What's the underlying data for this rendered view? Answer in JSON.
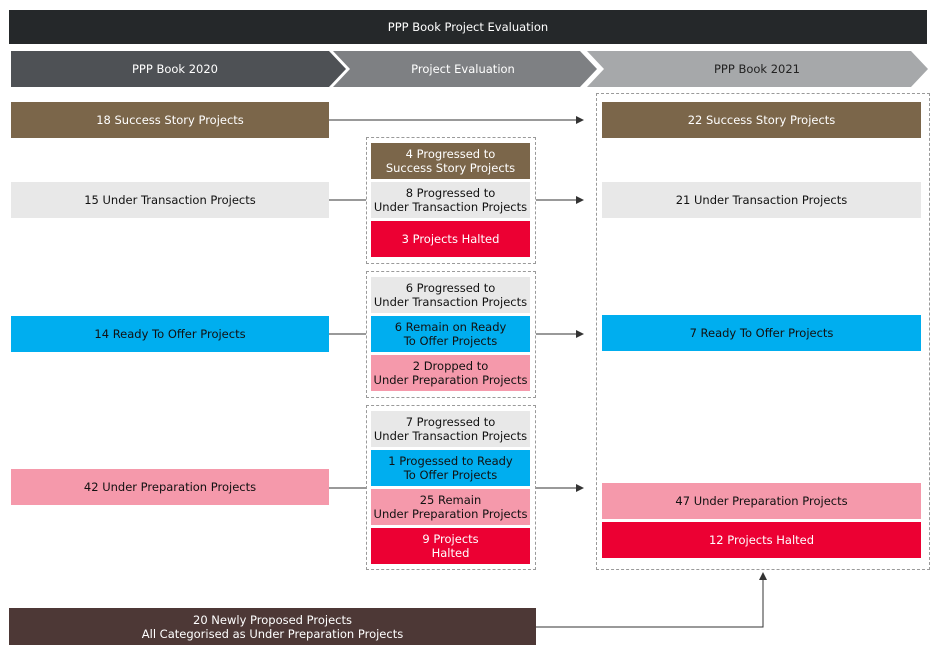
{
  "title": "PPP Book Project Evaluation",
  "headers": {
    "left": "PPP Book 2020",
    "middle": "Project Evaluation",
    "right": "PPP Book 2021"
  },
  "colors": {
    "title_bg": "#25282a",
    "header_left": "#4e5155",
    "header_middle": "#7e8083",
    "header_right": "#a6a8aa",
    "success": "#7b664a",
    "transaction": "#e8e8e8",
    "ready": "#00aeef",
    "preparation": "#f599ab",
    "halted": "#ec0033",
    "new_proposed": "#4d3836"
  },
  "book2020": {
    "success": "18 Success Story Projects",
    "transaction": "15 Under Transaction Projects",
    "ready": "14 Ready To Offer Projects",
    "preparation": "42 Under Preparation Projects"
  },
  "evaluation": {
    "transaction_group": [
      "4 Progressed to\nSuccess Story Projects",
      "8 Progressed to\nUnder Transaction Projects",
      "3 Projects Halted"
    ],
    "ready_group": [
      "6 Progressed to\nUnder Transaction Projects",
      "6 Remain on Ready\nTo Offer Projects",
      "2 Dropped to\nUnder Preparation Projects"
    ],
    "preparation_group": [
      "7 Progressed to\nUnder Transaction Projects",
      "1 Progessed to Ready\nTo Offer Projects",
      "25 Remain\nUnder Preparation Projects",
      "9 Projects\nHalted"
    ]
  },
  "book2021": {
    "success": "22 Success Story Projects",
    "transaction": "21 Under Transaction Projects",
    "ready": "7 Ready To Offer Projects",
    "preparation": "47 Under Preparation Projects",
    "halted": "12 Projects Halted"
  },
  "new_proposed": "20 Newly Proposed Projects\nAll Categorised as Under Preparation Projects"
}
